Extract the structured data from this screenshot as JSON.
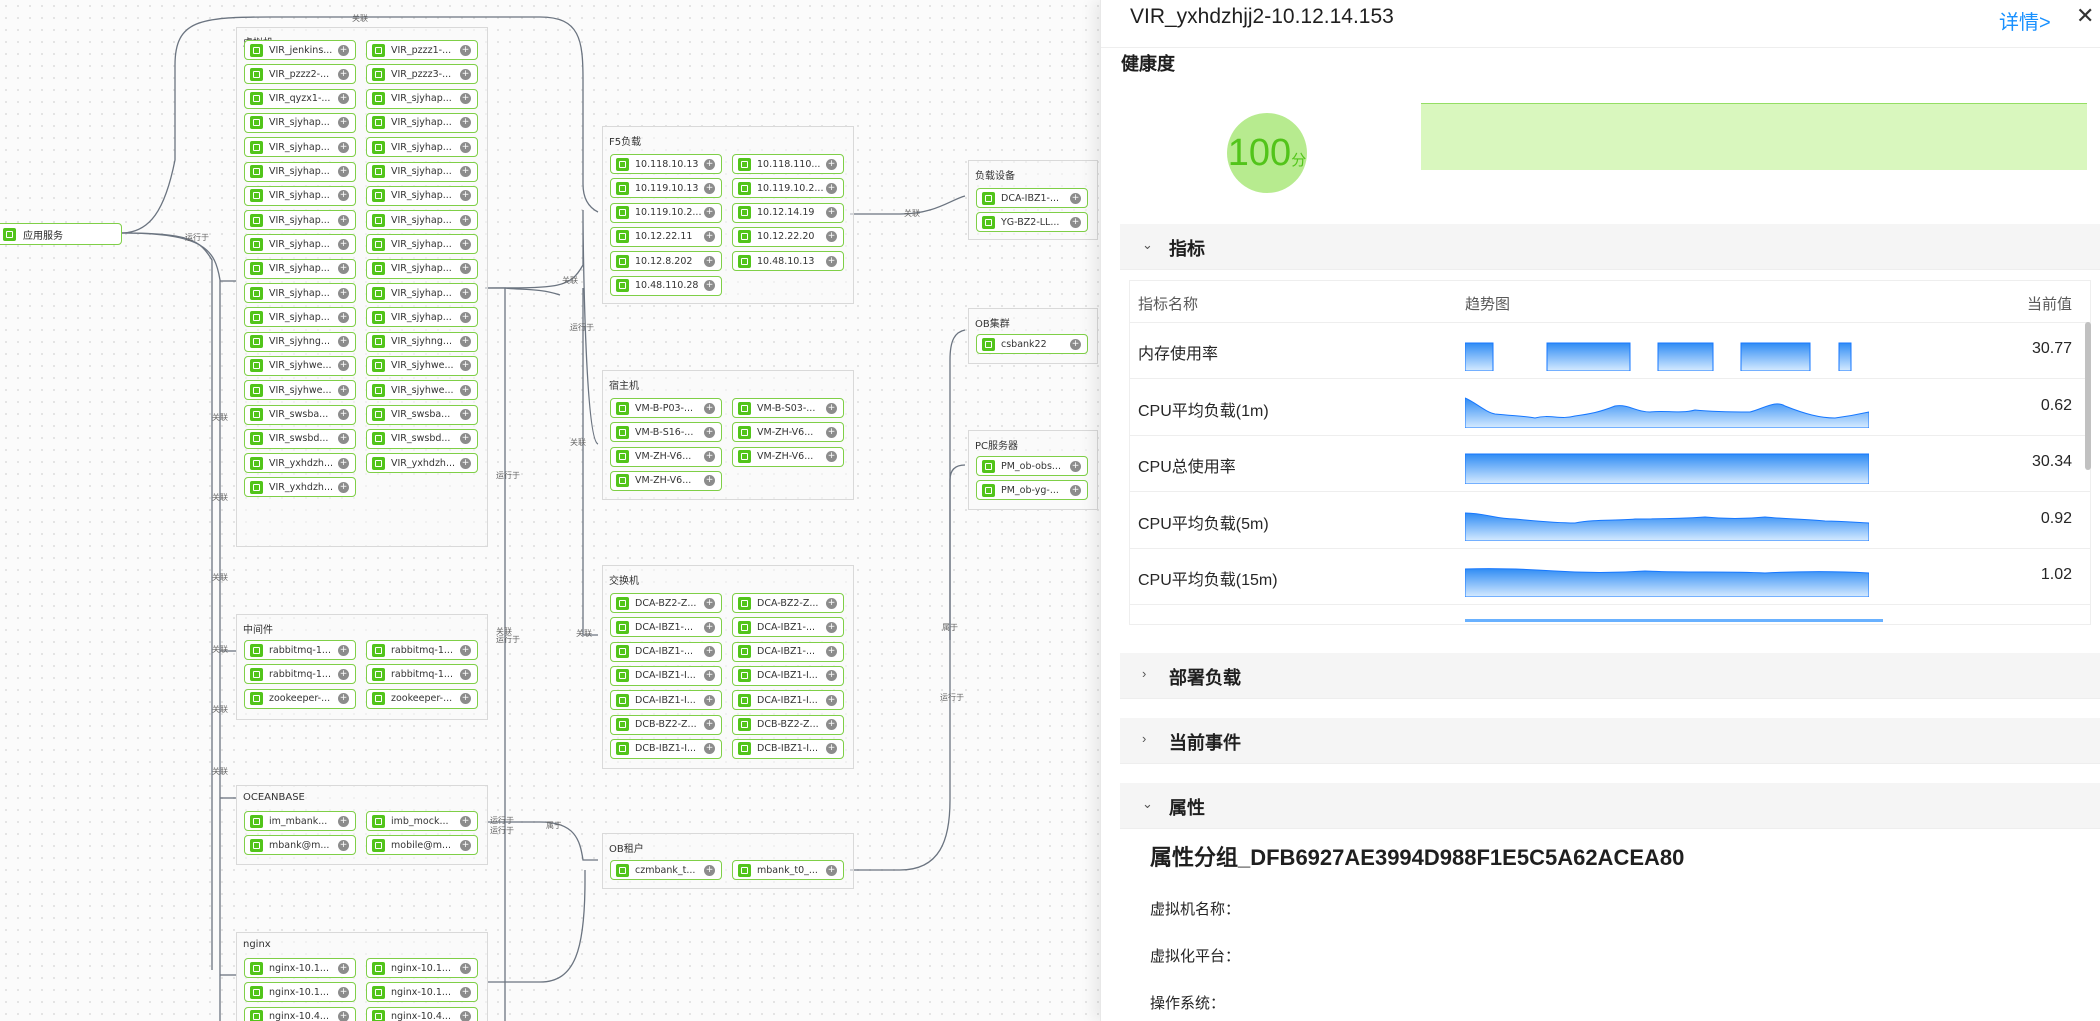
{
  "topology": {
    "root": "应用服务",
    "groups": {
      "vm": {
        "title": "虚拟机",
        "nodes": [
          "VIR_jenkins...",
          "VIR_pzzz1-...",
          "VIR_pzzz2-...",
          "VIR_pzzz3-...",
          "VIR_qyzx1-...",
          "VIR_sjyhap...",
          "VIR_sjyhap...",
          "VIR_sjyhap...",
          "VIR_sjyhap...",
          "VIR_sjyhap...",
          "VIR_sjyhap...",
          "VIR_sjyhap...",
          "VIR_sjyhap...",
          "VIR_sjyhap...",
          "VIR_sjyhap...",
          "VIR_sjyhap...",
          "VIR_sjyhap...",
          "VIR_sjyhap...",
          "VIR_sjyhap...",
          "VIR_sjyhap...",
          "VIR_sjyhap...",
          "VIR_sjyhap...",
          "VIR_sjyhap...",
          "VIR_sjyhap...",
          "VIR_sjyhng...",
          "VIR_sjyhng...",
          "VIR_sjyhwe...",
          "VIR_sjyhwe...",
          "VIR_sjyhwe...",
          "VIR_sjyhwe...",
          "VIR_swsba...",
          "VIR_swsba...",
          "VIR_swsbd...",
          "VIR_swsbd...",
          "VIR_yxhdzh...",
          "VIR_yxhdzh...",
          "VIR_yxhdzh..."
        ]
      },
      "mw": {
        "title": "中间件",
        "nodes": [
          "rabbitmq-1...",
          "rabbitmq-1...",
          "rabbitmq-1...",
          "rabbitmq-1...",
          "zookeeper-...",
          "zookeeper-..."
        ]
      },
      "ob": {
        "title": "OCEANBASE",
        "nodes": [
          "im_mbank...",
          "imb_mock...",
          "mbank@m...",
          "mobile@m..."
        ]
      },
      "ng": {
        "title": "nginx",
        "nodes": [
          "nginx-10.1...",
          "nginx-10.1...",
          "nginx-10.1...",
          "nginx-10.1...",
          "nginx-10.4...",
          "nginx-10.4..."
        ]
      },
      "fs": {
        "title": "F5负载",
        "nodes": [
          "10.118.10.13",
          "10.118.110...",
          "10.119.10.13",
          "10.119.10.2...",
          "10.119.10.2...",
          "10.12.14.19",
          "10.12.22.11",
          "10.12.22.20",
          "10.12.8.202",
          "10.48.10.13",
          "10.48.110.28"
        ]
      },
      "host": {
        "title": "宿主机",
        "nodes": [
          "VM-B-P03-...",
          "VM-B-S03-...",
          "VM-B-S16-...",
          "VM-ZH-V6...",
          "VM-ZH-V6...",
          "VM-ZH-V6...",
          "VM-ZH-V6..."
        ]
      },
      "sw": {
        "title": "交换机",
        "nodes": [
          "DCA-BZ2-Z...",
          "DCA-BZ2-Z...",
          "DCA-IBZ1-...",
          "DCA-IBZ1-...",
          "DCA-IBZ1-...",
          "DCA-IBZ1-...",
          "DCA-IBZ1-I...",
          "DCA-IBZ1-I...",
          "DCA-IBZ1-I...",
          "DCA-IBZ1-I...",
          "DCB-BZ2-Z...",
          "DCB-BZ2-Z...",
          "DCB-IBZ1-I...",
          "DCB-IBZ1-I..."
        ]
      },
      "obt": {
        "title": "OB租户",
        "nodes": [
          "czmbank_t...",
          "mbank_t0_..."
        ]
      },
      "lb": {
        "title": "负载设备",
        "nodes": [
          "DCA-IBZ1-...",
          "YG-BZ2-LL..."
        ]
      },
      "obc": {
        "title": "OB集群",
        "nodes": [
          "csbank22"
        ]
      },
      "pc": {
        "title": "PC服务器",
        "nodes": [
          "PM_ob-obs...",
          "PM_ob-yg-..."
        ]
      }
    },
    "edge_labels": {
      "rel": "关联",
      "runs_on": "运行于",
      "belongs": "属于"
    }
  },
  "panel": {
    "title": "VIR_yxhdzhjj2-10.12.14.153",
    "detail_link": "详情>",
    "close": "✕",
    "health": {
      "heading": "健康度",
      "score": "100",
      "unit": "分",
      "color": "#52c41a"
    },
    "metrics": {
      "section": "指标",
      "columns": {
        "name": "指标名称",
        "trend": "趋势图",
        "value": "当前值"
      },
      "rows": [
        {
          "name": "内存使用率",
          "value": "30.77"
        },
        {
          "name": "CPU平均负载(1m)",
          "value": "0.62"
        },
        {
          "name": "CPU总使用率",
          "value": "30.34"
        },
        {
          "name": "CPU平均负载(5m)",
          "value": "0.92"
        },
        {
          "name": "CPU平均负载(15m)",
          "value": "1.02"
        }
      ]
    },
    "deploy_section": "部署负载",
    "events_section": "当前事件",
    "attrs_section": "属性",
    "attr_group": "属性分组_DFB6927AE3994D988F1E5C5A62ACEA80",
    "attrs": [
      "虚拟机名称：",
      "虚拟化平台：",
      "操作系统："
    ],
    "accent": "#1890ff"
  }
}
